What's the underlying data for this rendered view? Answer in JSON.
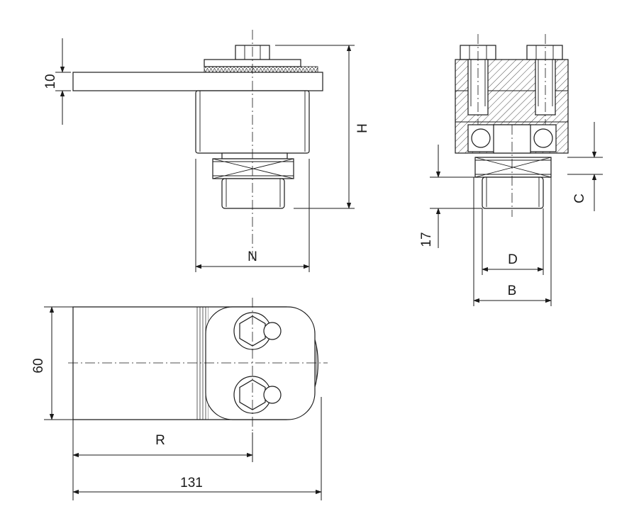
{
  "dimensions": {
    "top_view_thickness": "10",
    "height": "H",
    "width_n": "N",
    "side_c": "C",
    "side_17": "17",
    "diameter_d": "D",
    "width_b": "B",
    "plan_60": "60",
    "plan_r": "R",
    "plan_131": "131"
  }
}
